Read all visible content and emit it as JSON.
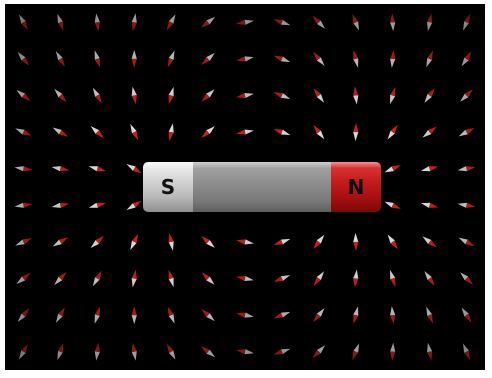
{
  "magnet": {
    "south_label": "S",
    "north_label": "N"
  },
  "colors": {
    "background": "#000000",
    "north_red": "#c41b1b",
    "south_silver": "#d0d0d0",
    "bar_gray": "#8c8c8c",
    "needle_north": "#c81e1e",
    "needle_south": "#d8d8d8"
  },
  "field": {
    "rows": 10,
    "cols": 13,
    "strength": 1.0
  }
}
